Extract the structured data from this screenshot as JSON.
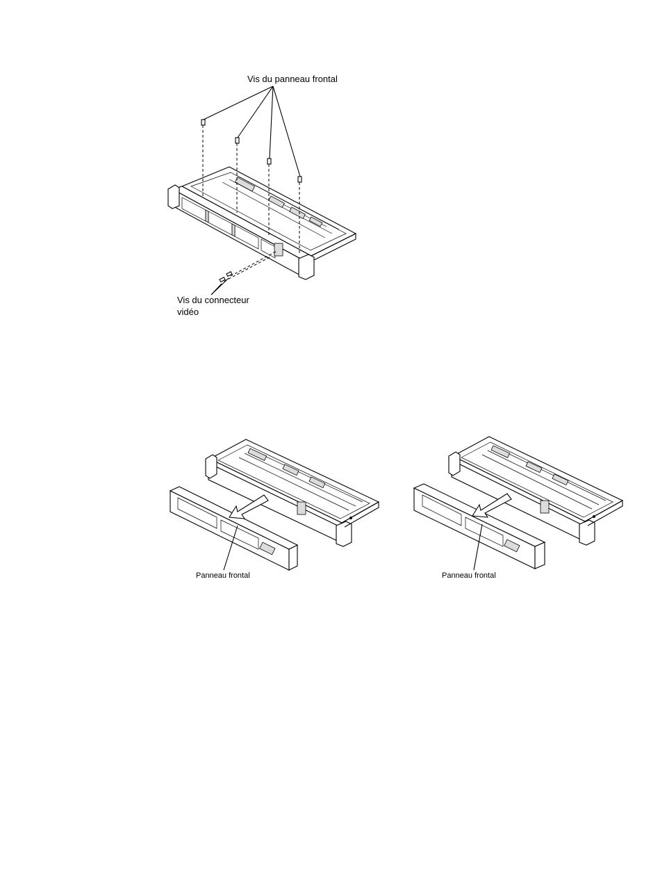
{
  "figure1": {
    "label_bezel_screws": "Vis du panneau frontal",
    "label_video_screws_line1": "Vis du connecteur",
    "label_video_screws_line2": "vidéo"
  },
  "figure2": {
    "left_label": "Panneau frontal",
    "right_label": "Panneau frontal"
  }
}
